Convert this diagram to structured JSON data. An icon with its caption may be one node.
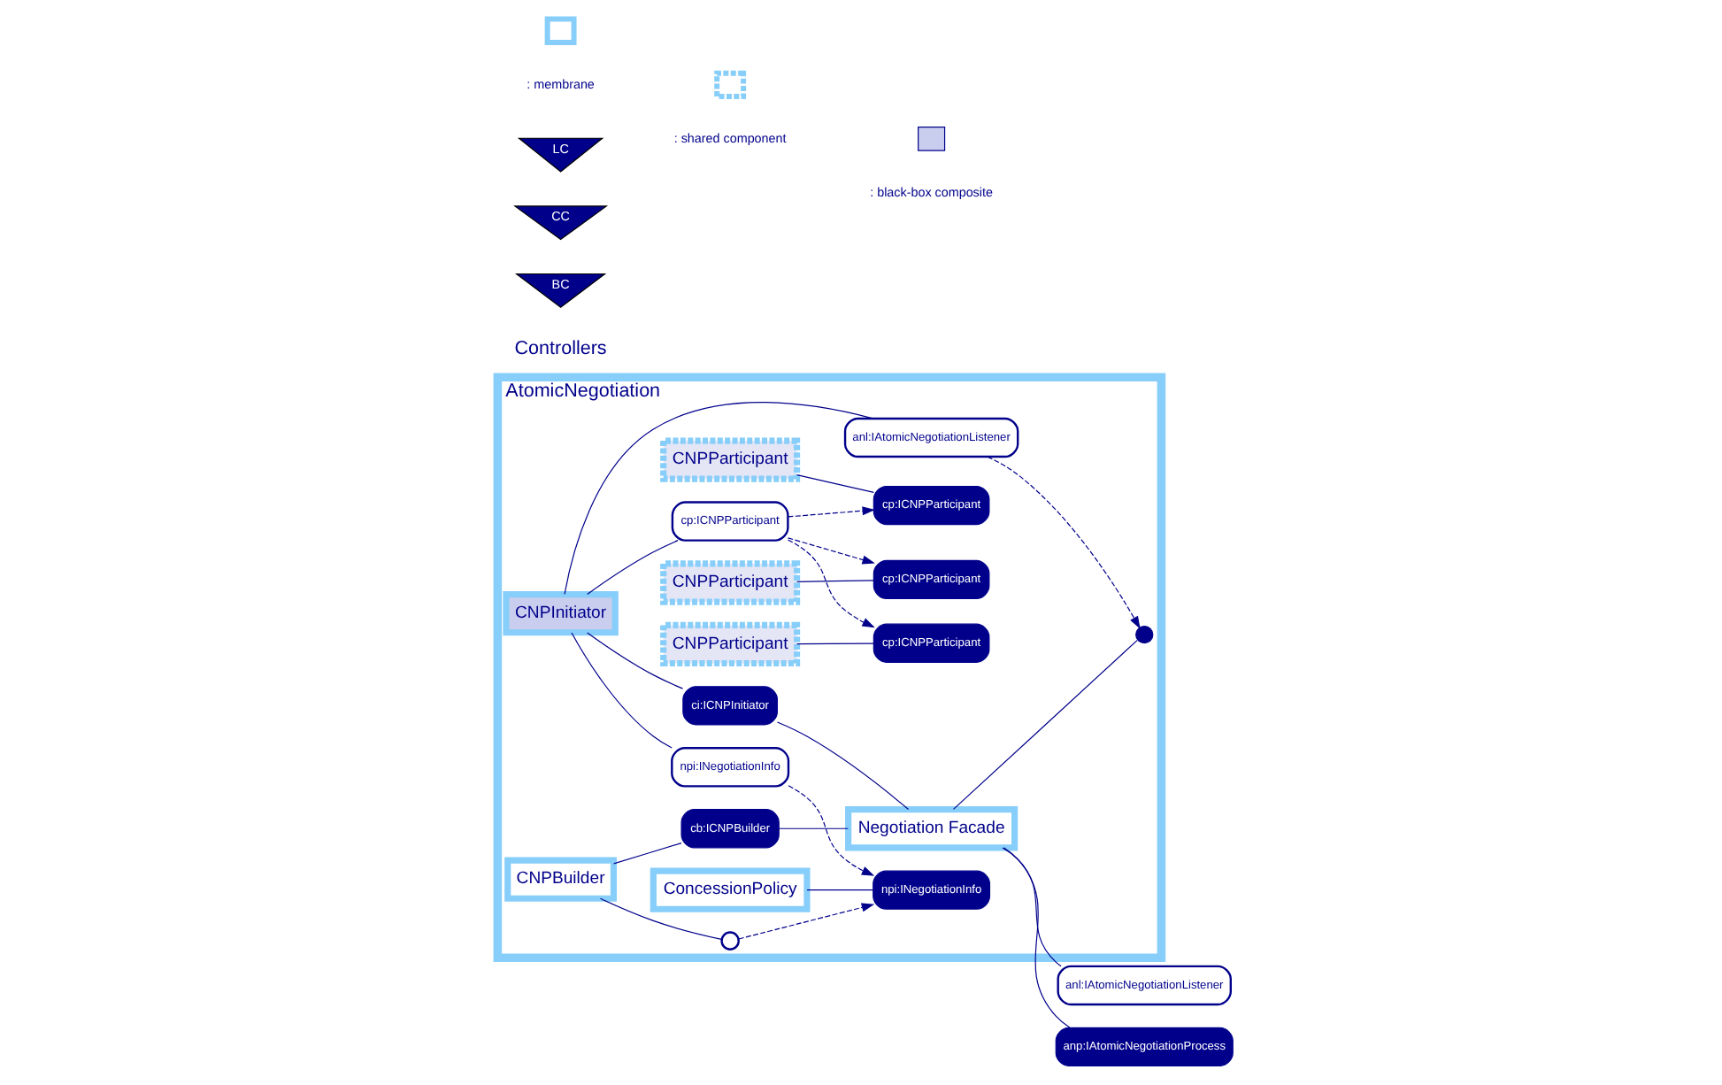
{
  "diagram": {
    "nodes": [
      {
        "text": [
          "AtomicNegotiation"
        ]
      },
      {
        "text": [
          "npi:INegotiationInfo"
        ],
        "in": 0
      },
      {
        "text": [
          "cb:ICNPBuilder"
        ],
        "in": 0
      },
      {
        "text": [
          "ConcessionPolicy"
        ],
        "in": 0
      },
      {
        "text": [],
        "shape": "semicircle",
        "in": 0
      },
      {
        "text": [
          "CNPBuilder"
        ],
        "in": 0
      },
      {
        "text": [
          "anp:IAtomicNegotiationProcess"
        ]
      },
      {
        "text": [
          "Negotiation Facade"
        ],
        "in": 0
      },
      {
        "text": [
          "CNPParticipant"
        ],
        "in": 0
      },
      {
        "text": [
          "cp:ICNPParticipant"
        ],
        "in": 0
      },
      {
        "text": [
          "npi:INegotiationInfo"
        ],
        "in": 0
      },
      {
        "text": [
          "CNPParticipant"
        ],
        "in": 0
      },
      {
        "text": [
          "cp:ICNPParticipant"
        ],
        "in": 0
      },
      {
        "text": [
          "cp:ICNPParticipant"
        ],
        "in": 0
      },
      {
        "text": [
          "CNPInitiator"
        ],
        "in": 0
      },
      {
        "text": [
          "ci:ICNPInitiator"
        ],
        "in": 0
      },
      {
        "text": [
          "anl:IAtomicNegotiationListener"
        ],
        "in": 0
      },
      {
        "text": [],
        "shape": "circle",
        "in": 0
      },
      {
        "text": [
          "CNPParticipant"
        ],
        "in": 0
      },
      {
        "text": [
          "cp:ICNPParticipant"
        ],
        "in": 0
      },
      {
        "text": [
          "anl:IAtomicNegotiationListener"
        ]
      }
    ],
    "edges": [
      {
        "from": 3,
        "to": 1,
        "arrow": "none"
      },
      {
        "from": 5,
        "to": 4,
        "arrow": "none"
      },
      {
        "from": 4,
        "to": 1,
        "arrow": "to",
        "style": "dashed"
      },
      {
        "from": 5,
        "to": 2,
        "arrow": "none"
      },
      {
        "from": 2,
        "to": 7,
        "arrow": "none"
      },
      {
        "from": 7,
        "to": 6,
        "arrow": "none"
      },
      {
        "from": 8,
        "to": 9,
        "arrow": "none"
      },
      {
        "from": 11,
        "to": 12,
        "arrow": "none"
      },
      {
        "from": 18,
        "to": 19,
        "arrow": "none"
      },
      {
        "from": 14,
        "to": 10,
        "arrow": "none"
      },
      {
        "from": 10,
        "to": 1,
        "arrow": "to",
        "style": "dashed"
      },
      {
        "from": 14,
        "to": 13,
        "arrow": "none"
      },
      {
        "from": 13,
        "to": 9,
        "arrow": "to",
        "style": "dashed"
      },
      {
        "from": 13,
        "to": 12,
        "arrow": "to",
        "style": "dashed"
      },
      {
        "from": 13,
        "to": 19,
        "arrow": "to",
        "style": "dashed"
      },
      {
        "from": 14,
        "to": 15,
        "arrow": "none"
      },
      {
        "from": 15,
        "to": 7,
        "arrow": "none"
      },
      {
        "from": 14,
        "to": 16,
        "arrow": "none"
      },
      {
        "from": 16,
        "to": 17,
        "arrow": "to",
        "style": "dashed"
      },
      {
        "from": 7,
        "to": 17,
        "arrow": "none"
      },
      {
        "from": 7,
        "to": 20,
        "arrow": "none"
      }
    ],
    "labels": [
      "Controllers",
      "BC",
      "CC",
      "LC"
    ],
    "legend": [
      {
        "text": ": membrane"
      },
      {
        "text": ": shared component"
      },
      {
        "text": ": black-box composite"
      }
    ]
  }
}
